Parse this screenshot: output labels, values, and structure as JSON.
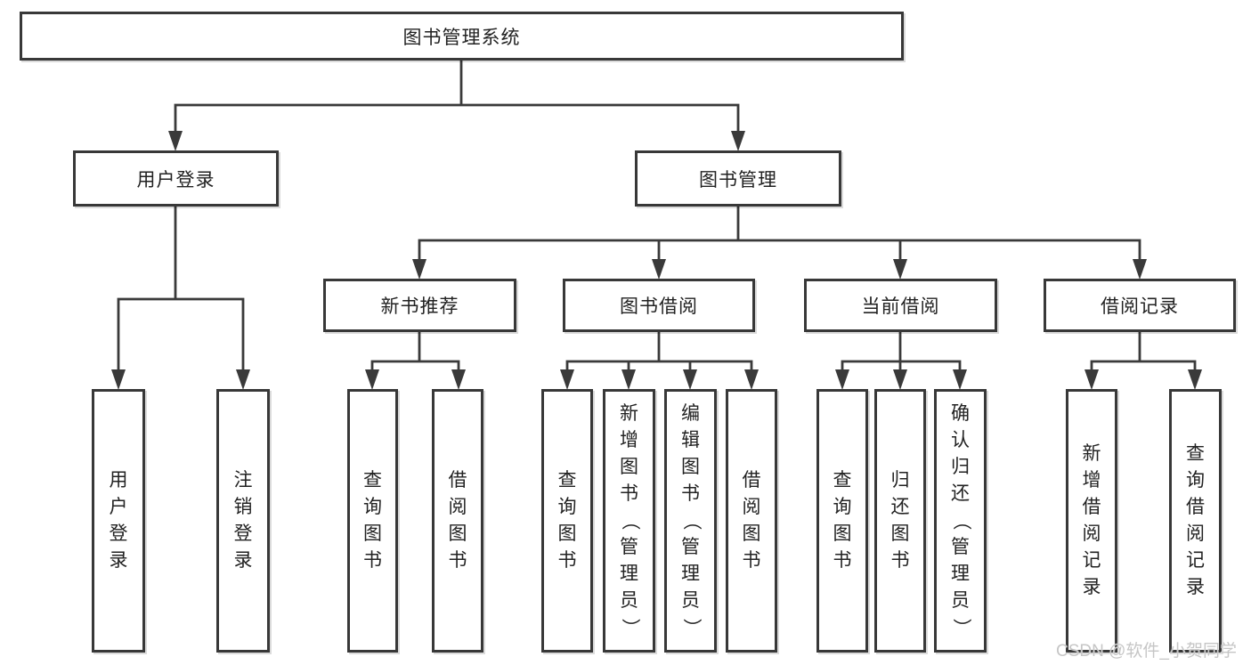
{
  "diagram_title": "图书管理系统",
  "root": {
    "label": "图书管理系统"
  },
  "branches": [
    {
      "label": "用户登录",
      "children": [
        {
          "label": "用户登录"
        },
        {
          "label": "注销登录"
        }
      ]
    },
    {
      "label": "图书管理",
      "children": [
        {
          "label": "新书推荐",
          "children": [
            {
              "label": "查询图书"
            },
            {
              "label": "借阅图书"
            }
          ]
        },
        {
          "label": "图书借阅",
          "children": [
            {
              "label": "查询图书"
            },
            {
              "label": "新增图书（管理员）"
            },
            {
              "label": "编辑图书（管理员）"
            },
            {
              "label": "借阅图书"
            }
          ]
        },
        {
          "label": "当前借阅",
          "children": [
            {
              "label": "查询图书"
            },
            {
              "label": "归还图书"
            },
            {
              "label": "确认归还（管理员）"
            }
          ]
        },
        {
          "label": "借阅记录",
          "children": [
            {
              "label": "新增借阅记录"
            },
            {
              "label": "查询借阅记录"
            }
          ]
        }
      ]
    }
  ],
  "watermark": "CSDN @软件_小贺同学",
  "colors": {
    "line": "#3a3a3a",
    "box_border": "#383838",
    "text": "#222222",
    "watermark": "#c6c6c6",
    "background": "#ffffff"
  }
}
